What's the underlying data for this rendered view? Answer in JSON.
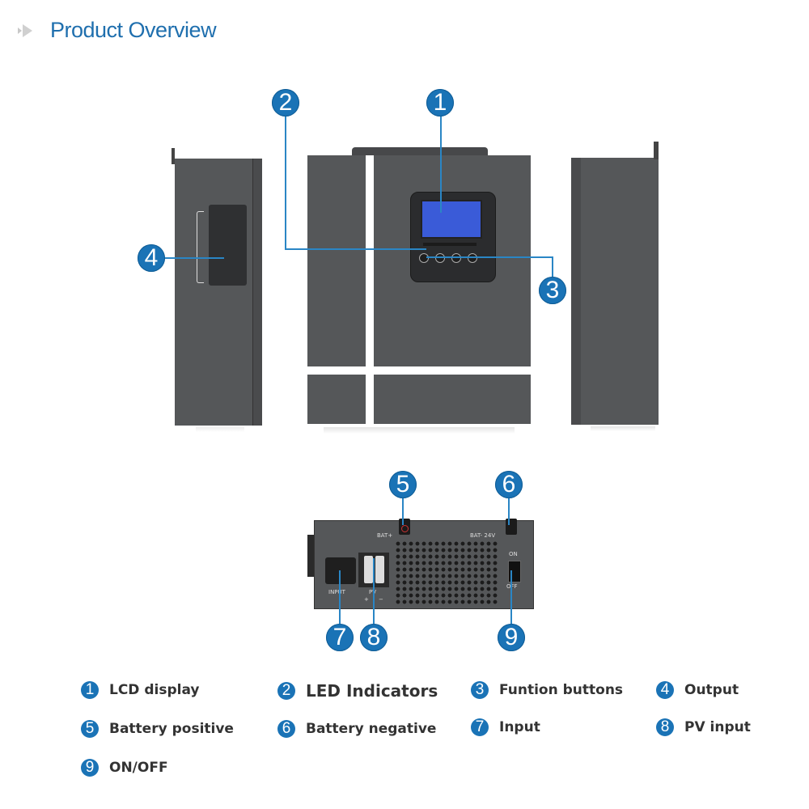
{
  "header": {
    "title": "Product Overview",
    "icon": "double-arrow-right-icon"
  },
  "callouts": [
    {
      "num": "1",
      "label": "LCD display"
    },
    {
      "num": "2",
      "label": "LED Indicators"
    },
    {
      "num": "3",
      "label": "Funtion buttons"
    },
    {
      "num": "4",
      "label": "Output"
    },
    {
      "num": "5",
      "label": "Battery positive"
    },
    {
      "num": "6",
      "label": "Battery negative"
    },
    {
      "num": "7",
      "label": "Input"
    },
    {
      "num": "8",
      "label": "PV input"
    },
    {
      "num": "9",
      "label": "ON/OFF"
    }
  ],
  "device_labels": {
    "bat_pos": "BAT+",
    "bat_neg": "BAT-  24V",
    "input": "INPUT",
    "pv": "PV",
    "pv_plus": "+",
    "pv_minus": "−",
    "switch_on": "ON",
    "switch_off": "OFF"
  },
  "colors": {
    "accent": "#1a73b6",
    "title": "#1f6fae",
    "leader_line": "#2a86c5",
    "device_body": "#555759",
    "lcd": "#3a5bd8"
  }
}
